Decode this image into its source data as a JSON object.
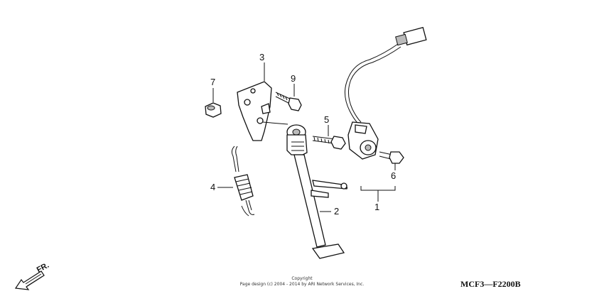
{
  "callouts": [
    {
      "id": "c1",
      "text": "1"
    },
    {
      "id": "c2",
      "text": "2"
    },
    {
      "id": "c3",
      "text": "3"
    },
    {
      "id": "c4",
      "text": "4"
    },
    {
      "id": "c5",
      "text": "5"
    },
    {
      "id": "c6",
      "text": "6"
    },
    {
      "id": "c7",
      "text": "7"
    },
    {
      "id": "c9",
      "text": "9"
    }
  ],
  "direction_label": "FR.",
  "copyright_line1": "Copyright",
  "copyright_line2": "Page design (c) 2004 - 2014 by ARI Network Services, Inc.",
  "diagram_ref": "MCF3—F2200B"
}
